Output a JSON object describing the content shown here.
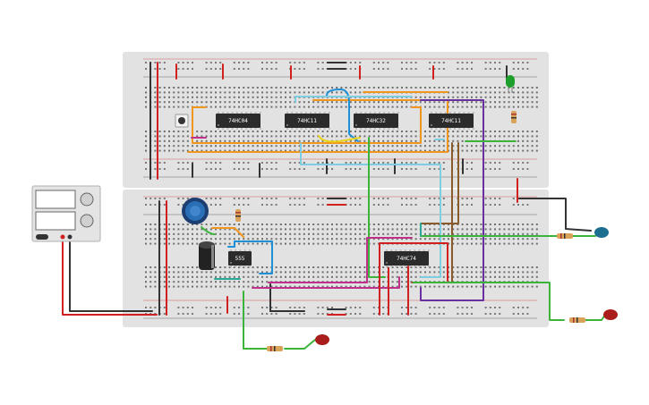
{
  "canvas": {
    "background": "#ffffff"
  },
  "breadboards": [
    {
      "id": "top",
      "color": "#e2e2e2"
    },
    {
      "id": "bottom",
      "color": "#e2e2e2"
    }
  ],
  "chips": [
    {
      "id": "u1",
      "label": "74HC04"
    },
    {
      "id": "u2",
      "label": "74HC11"
    },
    {
      "id": "u3",
      "label": "74HC32"
    },
    {
      "id": "u4",
      "label": "74HC11"
    },
    {
      "id": "u5",
      "label": "555"
    },
    {
      "id": "u6",
      "label": "74HC74"
    }
  ],
  "components": {
    "push_button": {
      "icon": "push-button-icon"
    },
    "potentiometer": {
      "icon": "potentiometer-icon",
      "color": "#2a6fb5"
    },
    "capacitor": {
      "icon": "electrolytic-capacitor-icon",
      "color": "#222222"
    },
    "leds": [
      {
        "id": "led-green",
        "color": "#1e9e2a"
      },
      {
        "id": "led-blue",
        "color": "#1c6f8f"
      },
      {
        "id": "led-red-1",
        "color": "#a91d1d"
      },
      {
        "id": "led-red-2",
        "color": "#a91d1d"
      }
    ],
    "resistor_color": "#d9a45a",
    "power_supply": {
      "icon": "power-supply-icon",
      "displays": [
        "",
        ""
      ]
    }
  },
  "wire_colors": {
    "red": "#d02020",
    "black": "#333333",
    "orange": "#f0961e",
    "blue": "#1f8fd6",
    "yellow": "#e8d21a",
    "green": "#3cb43c",
    "purple": "#6a2fa0",
    "brown": "#8a5a2b",
    "lightblue": "#7ecde0",
    "magenta": "#c0308a",
    "teal": "#2aa898"
  }
}
